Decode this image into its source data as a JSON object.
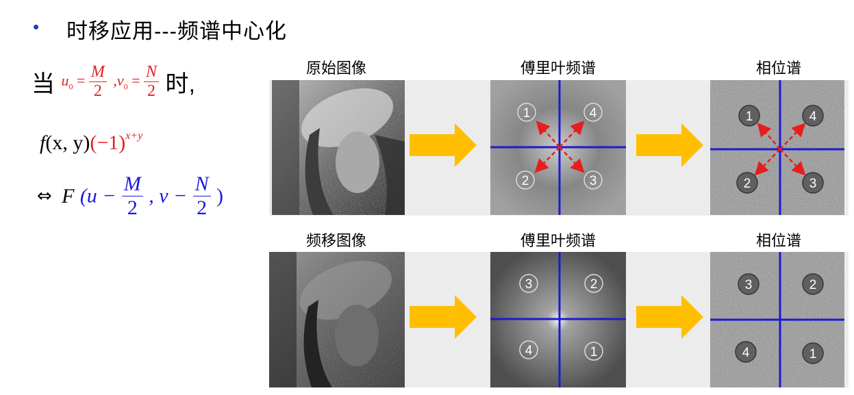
{
  "title": {
    "bullet": "•",
    "text": "时移应用---频谱中心化"
  },
  "formula": {
    "prefix": "当",
    "u0": "u",
    "u0_sub": "0",
    "eq": "=",
    "M": "M",
    "two": "2",
    "comma": ",",
    "v0": "v",
    "v0_sub": "0",
    "N": "N",
    "suffix": "时,",
    "line2_f": "f",
    "line2_args": "(x, y)",
    "line2_factor": "(−1)",
    "line2_exp": "x+y",
    "iff": "⇔",
    "F": "F",
    "open": "(u −",
    "mid": ", v −",
    "close": ")"
  },
  "rows": [
    {
      "image_caption": "原始图像",
      "spectrum_caption": "傅里叶频谱",
      "phase_caption": "相位谱",
      "spectrum_labels": [
        "1",
        "4",
        "2",
        "3"
      ],
      "phase_labels": [
        "1",
        "4",
        "2",
        "3"
      ]
    },
    {
      "image_caption": "频移图像",
      "spectrum_caption": "傅里叶频谱",
      "phase_caption": "相位谱",
      "spectrum_labels": [
        "3",
        "2",
        "4",
        "1"
      ],
      "phase_labels": [
        "3",
        "2",
        "4",
        "1"
      ]
    }
  ],
  "colors": {
    "arrow": "#ffbf00",
    "axis": "#1a1ad6",
    "dashed": "#e61e1e",
    "bullet": "#1f3fbf"
  }
}
